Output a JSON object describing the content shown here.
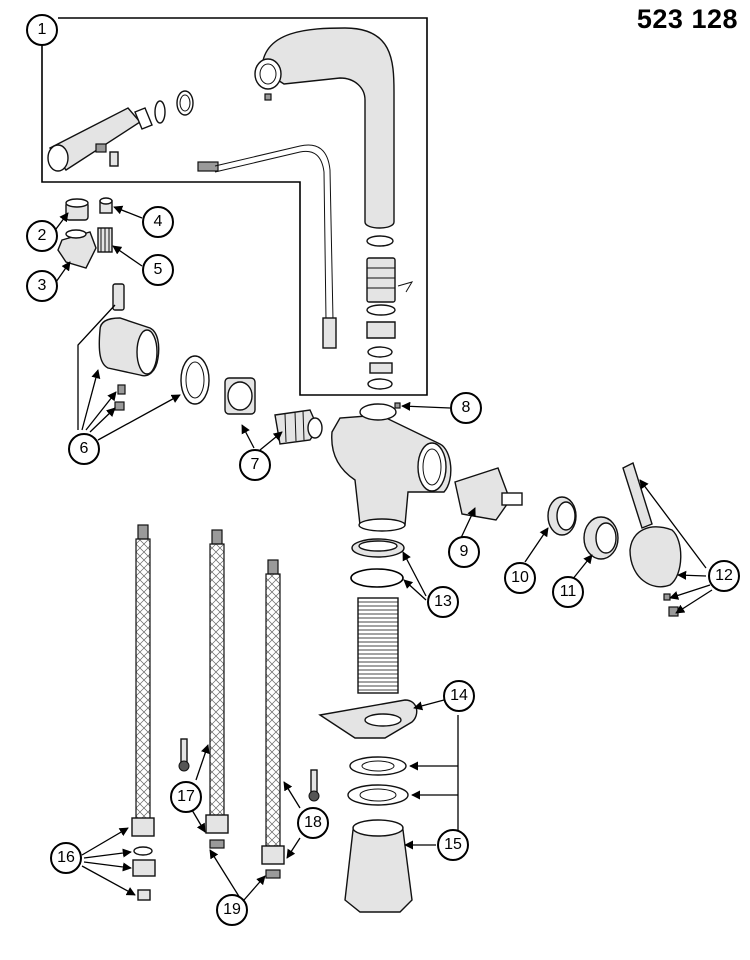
{
  "document": {
    "number": "523 128"
  },
  "callouts": [
    {
      "id": "c1",
      "label": "1"
    },
    {
      "id": "c2",
      "label": "2"
    },
    {
      "id": "c3",
      "label": "3"
    },
    {
      "id": "c4",
      "label": "4"
    },
    {
      "id": "c5",
      "label": "5"
    },
    {
      "id": "c6",
      "label": "6"
    },
    {
      "id": "c7",
      "label": "7"
    },
    {
      "id": "c8",
      "label": "8"
    },
    {
      "id": "c9",
      "label": "9"
    },
    {
      "id": "c10",
      "label": "10"
    },
    {
      "id": "c11",
      "label": "11"
    },
    {
      "id": "c12",
      "label": "12"
    },
    {
      "id": "c13",
      "label": "13"
    },
    {
      "id": "c14",
      "label": "14"
    },
    {
      "id": "c15",
      "label": "15"
    },
    {
      "id": "c16",
      "label": "16"
    },
    {
      "id": "c17",
      "label": "17"
    },
    {
      "id": "c18",
      "label": "18"
    },
    {
      "id": "c19",
      "label": "19"
    }
  ]
}
